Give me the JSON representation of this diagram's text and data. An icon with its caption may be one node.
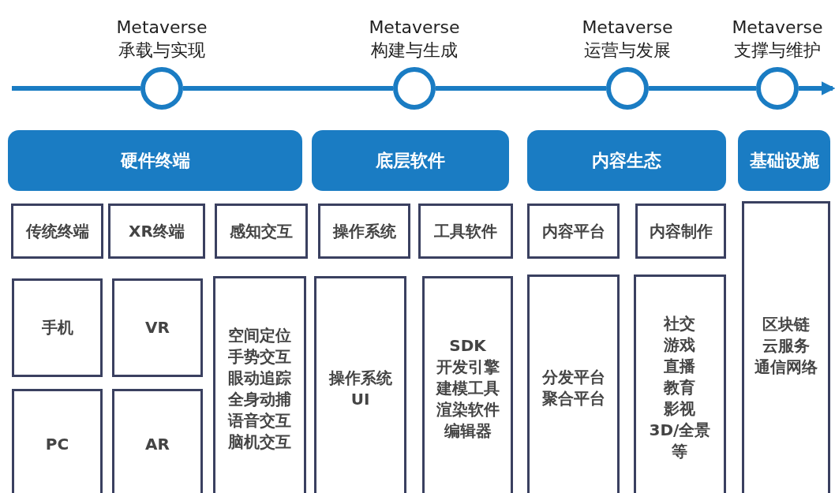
{
  "diagram": {
    "nodes": [
      {
        "text": [
          "Metaverse 承载与实现"
        ]
      },
      {
        "text": [
          "Metaverse 构建与生成"
        ]
      },
      {
        "text": [
          "Metaverse 运营与发展"
        ]
      },
      {
        "text": [
          "Metaverse 支撑与维护"
        ]
      },
      {
        "text": [
          "硬件终端"
        ]
      },
      {
        "text": [
          "底层软件"
        ]
      },
      {
        "text": [
          "内容生态"
        ]
      },
      {
        "text": [
          "基础设施"
        ]
      },
      {
        "text": [
          "传统终端"
        ]
      },
      {
        "text": [
          "XR终端"
        ]
      },
      {
        "text": [
          "感知交互"
        ]
      },
      {
        "text": [
          "操作系统"
        ]
      },
      {
        "text": [
          "工具软件"
        ]
      },
      {
        "text": [
          "内容平台"
        ]
      },
      {
        "text": [
          "内容制作"
        ]
      },
      {
        "text": [
          "区块链",
          "云服务",
          "通信网络"
        ]
      },
      {
        "text": [
          "手机"
        ]
      },
      {
        "text": [
          "VR"
        ]
      },
      {
        "text": [
          "空间定位",
          "手势交互",
          "眼动追踪",
          "全身动捕",
          "语音交互",
          "脑机交互"
        ]
      },
      {
        "text": [
          "操作系统",
          "UI"
        ]
      },
      {
        "text": [
          "SDK",
          "开发引擎",
          "建模工具",
          "渲染软件",
          "编辑器"
        ]
      },
      {
        "text": [
          "分发平台",
          "聚合平台"
        ]
      },
      {
        "text": [
          "社交",
          "游戏",
          "直播",
          "教育",
          "影视",
          "3D/全景",
          "等"
        ]
      },
      {
        "text": [
          "PC"
        ]
      },
      {
        "text": [
          "AR"
        ]
      }
    ],
    "edges": [
      {
        "from": null,
        "to": 0,
        "arrow": "none"
      },
      {
        "from": 0,
        "to": 1,
        "arrow": "none"
      },
      {
        "from": 1,
        "to": 2,
        "arrow": "none"
      },
      {
        "from": 2,
        "to": 3,
        "arrow": "none"
      },
      {
        "from": 3,
        "to": null,
        "arrow": "to"
      }
    ]
  }
}
